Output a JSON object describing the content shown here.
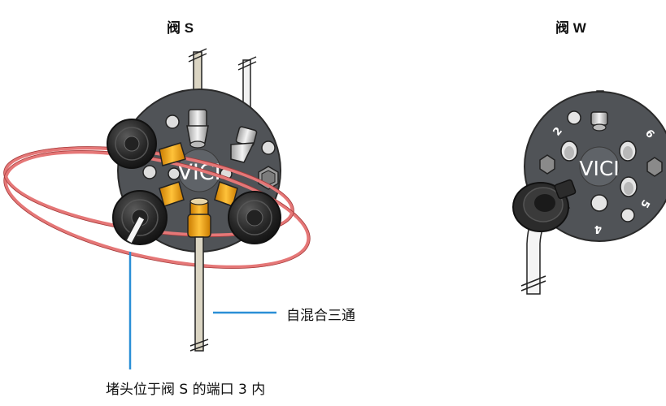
{
  "valve_s": {
    "title": "阀 S",
    "brand": "VICI"
  },
  "valve_w": {
    "title": "阀 W",
    "brand": "VICI",
    "port_numbers": [
      "2",
      "6",
      "5",
      "4"
    ]
  },
  "callouts": {
    "mixing_tee": "自混合三通",
    "plug": "堵头位于阀 S 的端口 3 内"
  },
  "colors": {
    "valve_body": "#505357",
    "tubing_pink": "#e57777",
    "fitting_yellow": "#f2a007",
    "callout_line": "#2a8fd6",
    "knob": "#2a2a2a"
  }
}
